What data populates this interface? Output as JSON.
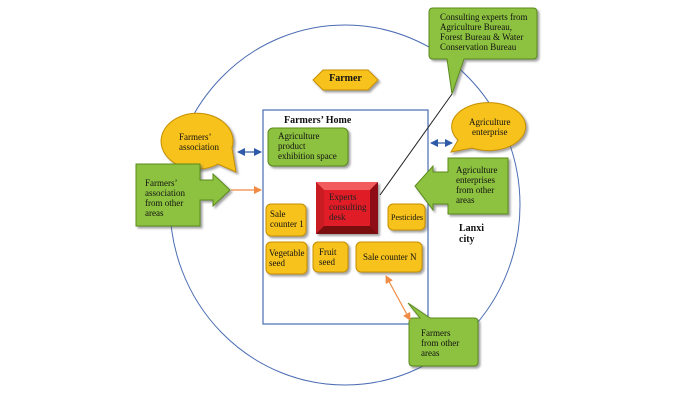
{
  "farmer": "Farmer",
  "farmers_home": "Farmers’ Home",
  "lanxi_city": "Lanxi\ncity",
  "boxes": {
    "exhibition": "Agriculture\nproduct\nexhibition space",
    "experts_desk": "Experts\nconsulting\ndesk",
    "sale_counter_1": "Sale\ncounter 1",
    "pesticides": "Pesticides",
    "vegetable_seed": "Vegetable\nseed",
    "fruit_seed": "Fruit\nseed",
    "sale_counter_n": "Sale counter N"
  },
  "callouts": {
    "consulting_experts": "Consulting experts from\nAgriculture Bureau,\nForest Bureau & Water\nConservation Bureau",
    "farmers_association": "Farmers’\nassociation",
    "agriculture_enterprise": "Agriculture\nenterprise",
    "farmers_association_other": "Farmers’\nassociation\nfrom other\nareas",
    "agriculture_enterprises_other": "Agriculture\nenterprises\nfrom other\nareas",
    "farmers_other": "Farmers\nfrom other\nareas"
  },
  "colors": {
    "green": "#8dc13f",
    "yellow": "#f7c21b",
    "red": "#e01d25",
    "blue_line": "#4a6cb3",
    "orange_arrow": "#f08b43"
  }
}
